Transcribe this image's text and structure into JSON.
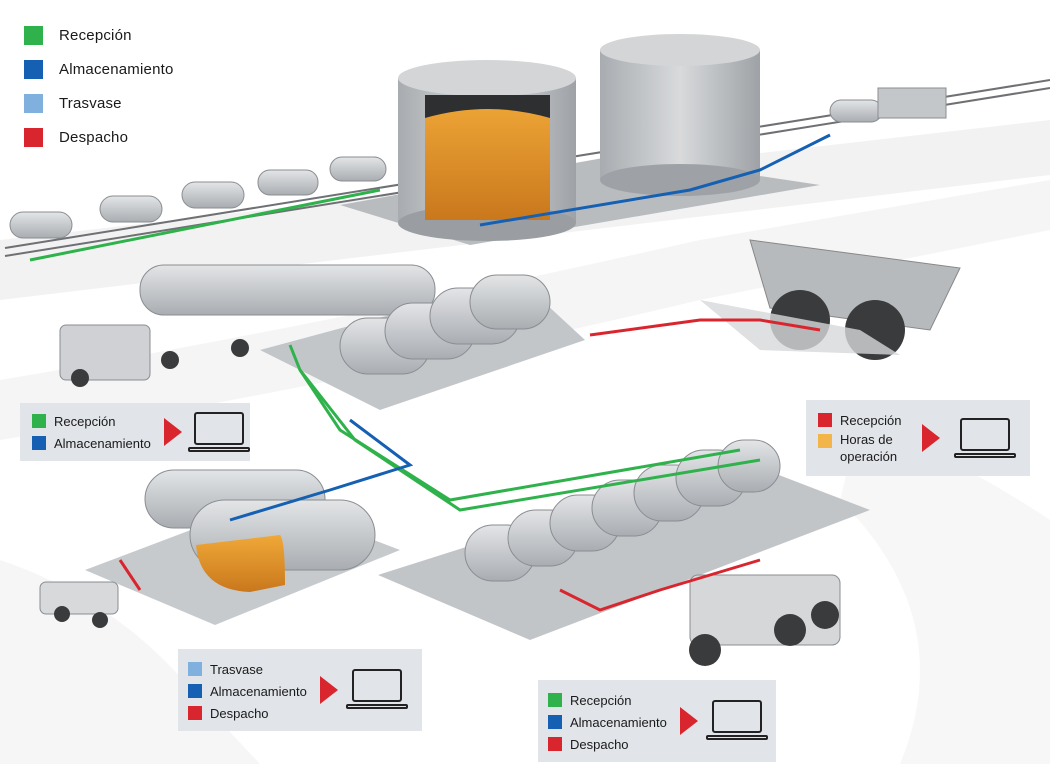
{
  "colors": {
    "recepcion": "#2fb24b",
    "almacenamiento": "#1560b3",
    "trasvase": "#7fb0de",
    "despacho": "#d9262e",
    "horas": "#f3b44a",
    "arrow": "#d9262e",
    "tank": "#c9cccf",
    "fuel": "#e59a2f"
  },
  "legend": [
    {
      "label": "Recepción",
      "color": "#2fb24b"
    },
    {
      "label": "Almacenamiento",
      "color": "#1560b3"
    },
    {
      "label": "Trasvase",
      "color": "#7fb0de"
    },
    {
      "label": "Despacho",
      "color": "#d9262e"
    }
  ],
  "panels": {
    "left": {
      "items": [
        {
          "label": "Recepción",
          "color": "#2fb24b"
        },
        {
          "label": "Almacenamiento",
          "color": "#1560b3"
        }
      ],
      "icon": "laptop-icon"
    },
    "right": {
      "items": [
        {
          "label": "Recepción",
          "color": "#d9262e"
        },
        {
          "label": "Horas de",
          "label2": "operación",
          "color": "#f3b44a"
        }
      ],
      "icon": "laptop-icon"
    },
    "bottom_left": {
      "items": [
        {
          "label": "Trasvase",
          "color": "#7fb0de"
        },
        {
          "label": "Almacenamiento",
          "color": "#1560b3"
        },
        {
          "label": "Despacho",
          "color": "#d9262e"
        }
      ],
      "icon": "laptop-icon"
    },
    "bottom_right": {
      "items": [
        {
          "label": "Recepción",
          "color": "#2fb24b"
        },
        {
          "label": "Almacenamiento",
          "color": "#1560b3"
        },
        {
          "label": "Despacho",
          "color": "#d9262e"
        }
      ],
      "icon": "laptop-icon"
    }
  }
}
